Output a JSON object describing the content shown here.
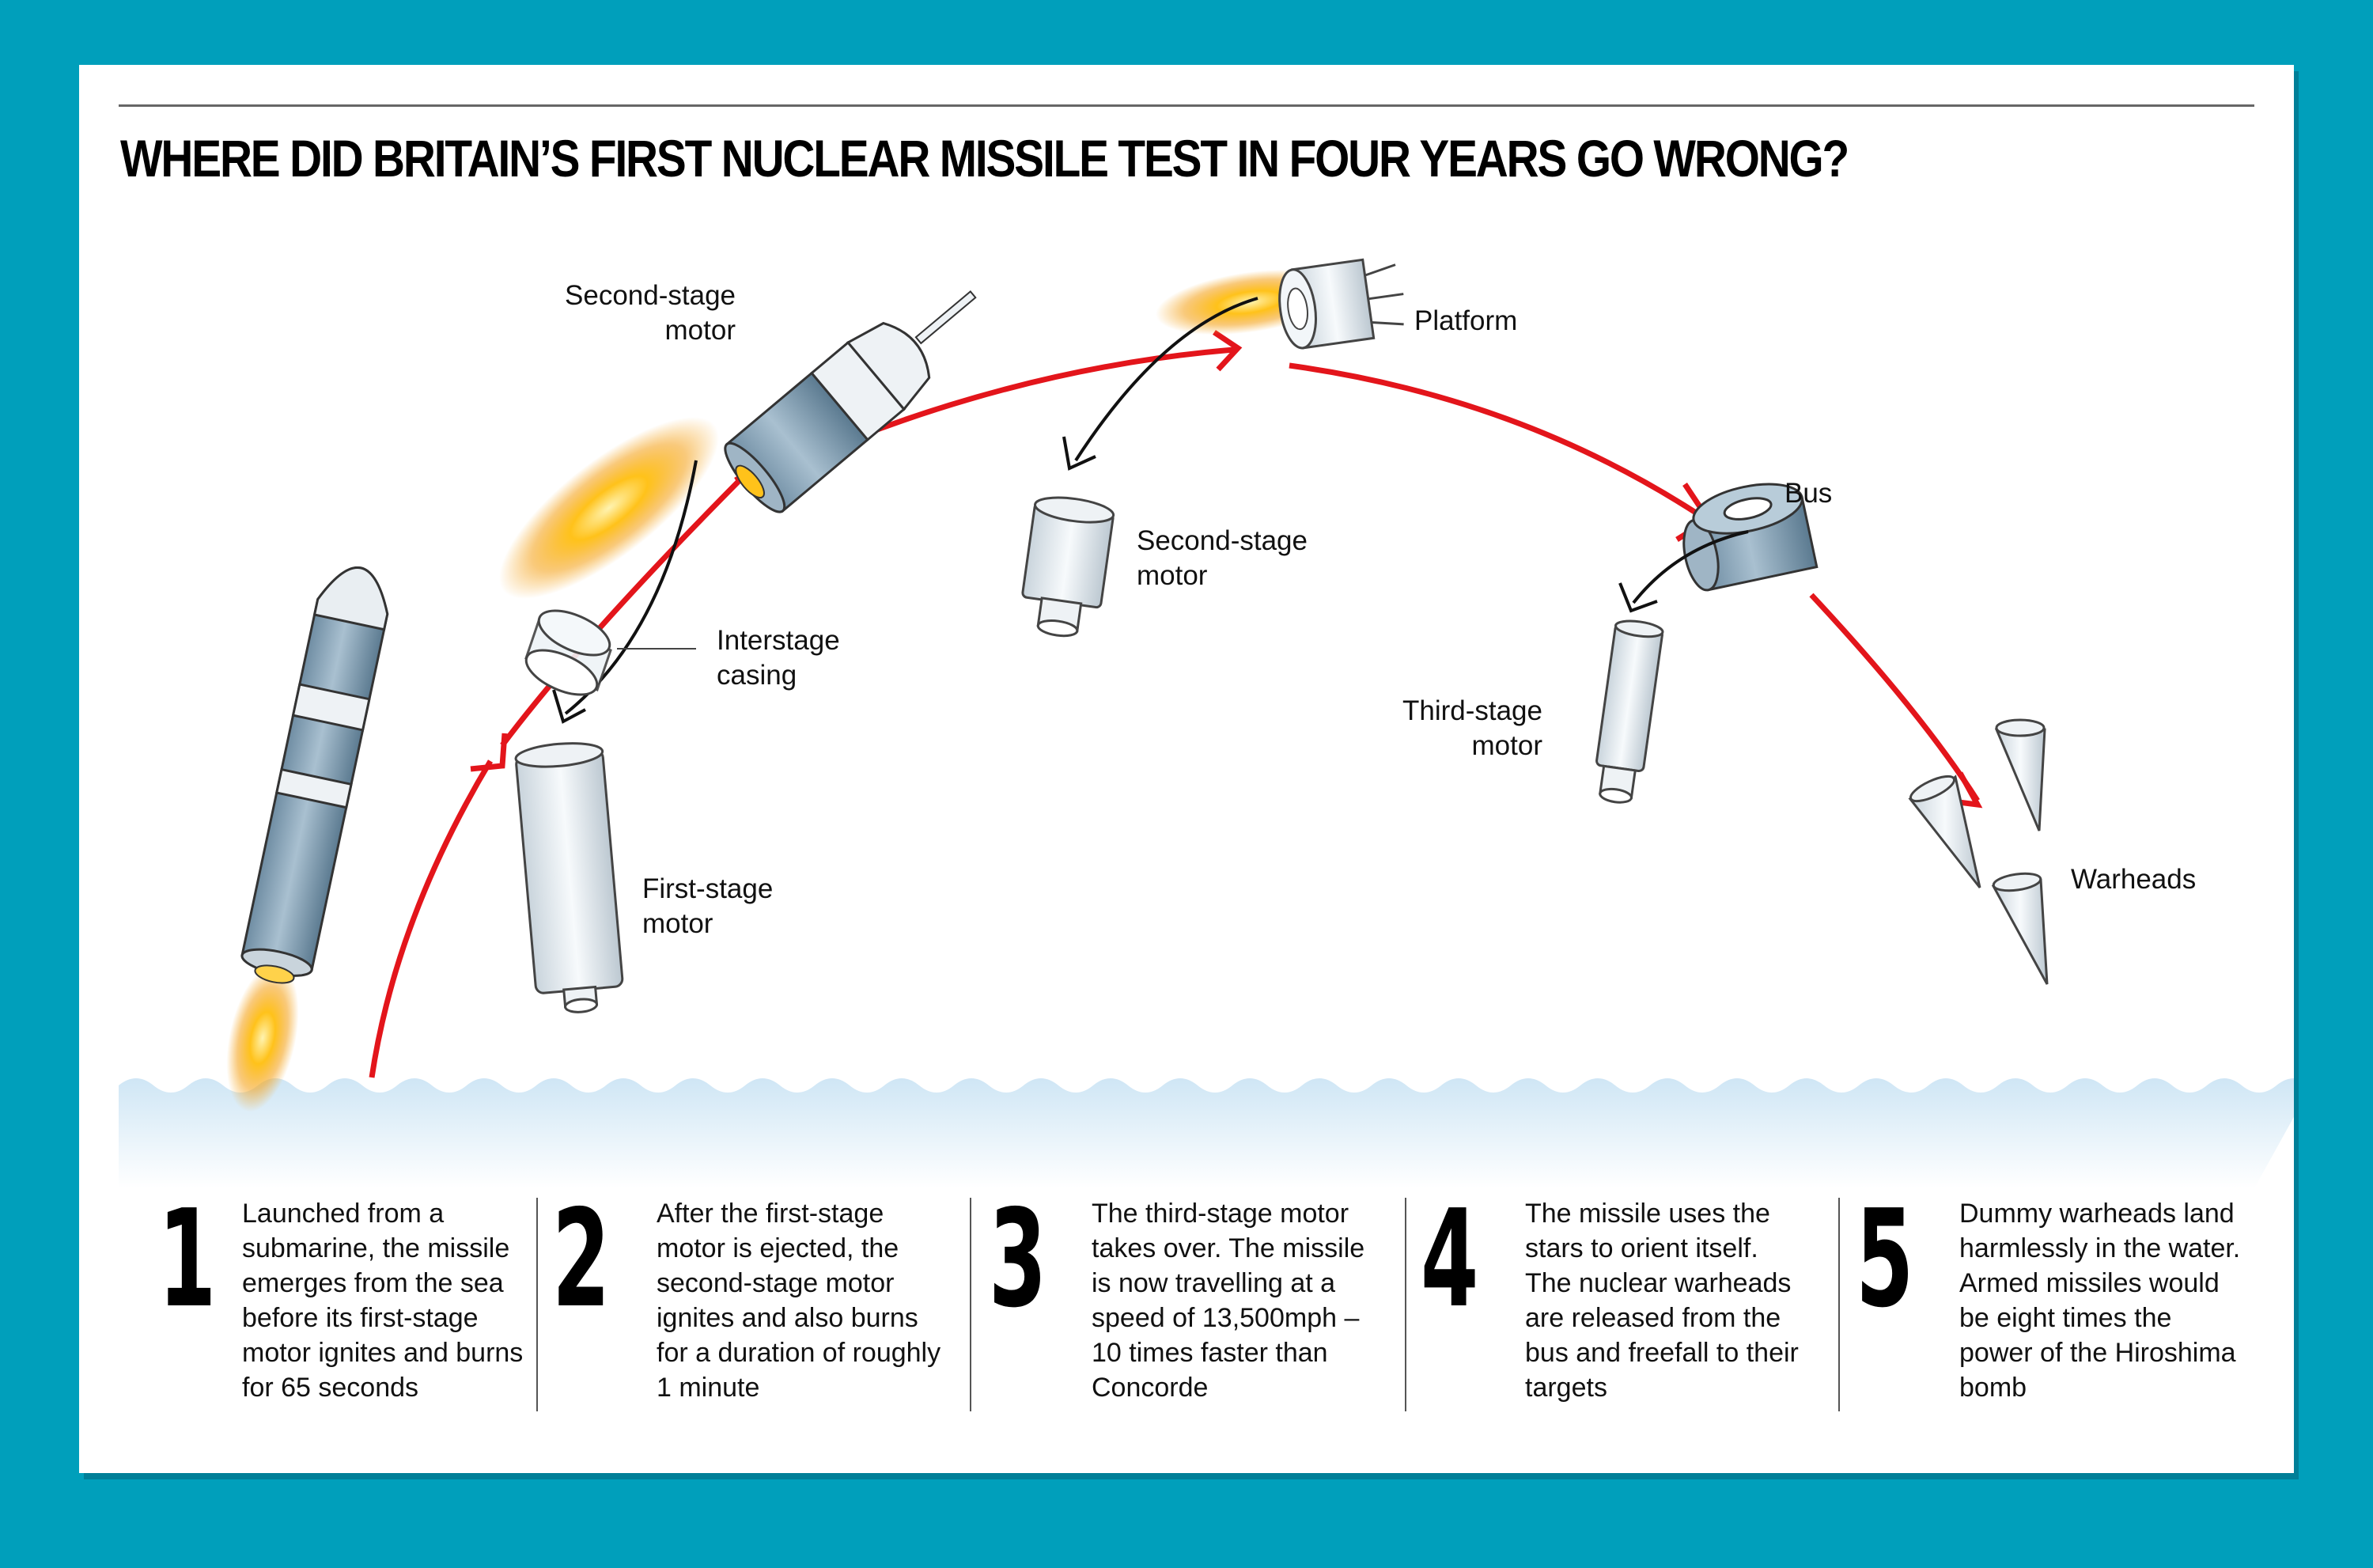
{
  "title": "WHERE DID BRITAIN’S FIRST NUCLEAR MISSILE TEST IN FOUR YEARS GO WRONG?",
  "labels": {
    "second_stage_top": [
      "Second-stage",
      "motor"
    ],
    "interstage": [
      "Interstage",
      "casing"
    ],
    "first_stage": [
      "First-stage",
      "motor"
    ],
    "platform": "Platform",
    "second_stage_mid": [
      "Second-stage",
      "motor"
    ],
    "bus": "Bus",
    "third_stage": [
      "Third-stage",
      "motor"
    ],
    "warheads": "Warheads"
  },
  "steps": [
    {
      "num": "1",
      "text": "Launched from a submarine, the missile emerges from the sea before its first-stage motor ignites and burns for 65 seconds"
    },
    {
      "num": "2",
      "text": "After the first-stage motor is ejected, the second-stage motor ignites and also burns for a duration of roughly 1 minute"
    },
    {
      "num": "3",
      "text": "The third-stage motor takes over. The missile is now travelling at a speed of 13,500mph – 10 times faster than Concorde"
    },
    {
      "num": "4",
      "text": "The missile uses the stars to orient itself. The nuclear warheads are released from the bus and freefall to their targets"
    },
    {
      "num": "5",
      "text": "Dummy warheads land harmlessly in the water. Armed missiles would be eight times the power of the Hiroshima bomb"
    }
  ],
  "colors": {
    "background": "#009fbb",
    "trajectory": "#e3151b",
    "sea": "#d9ecf7"
  }
}
